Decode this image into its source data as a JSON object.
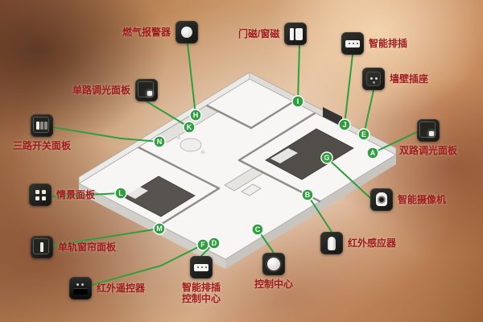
{
  "colors": {
    "label_red": "#9e1b1b",
    "connector_green": "#2f9e3f",
    "icon_dark": "#1e1e1c",
    "floor_white": "#f7f6f4"
  },
  "devices": [
    {
      "label": "燃气报警器",
      "marker": "H",
      "icon": "gas-alarm"
    },
    {
      "label": "门磁/窗磁",
      "marker": "I",
      "icon": "door-window-sensor"
    },
    {
      "label": "智能排插",
      "marker": "J",
      "icon": "smart-power-strip"
    },
    {
      "label": "墙壁插座",
      "marker": "E",
      "icon": "wall-socket"
    },
    {
      "label": "单路调光面板",
      "marker": "K",
      "icon": "single-dimmer-panel"
    },
    {
      "label": "三路开关面板",
      "marker": "N",
      "icon": "triple-switch-panel"
    },
    {
      "label": "情景面板",
      "marker": "L",
      "icon": "scene-panel"
    },
    {
      "label": "单轨窗帘面板",
      "marker": "M",
      "icon": "curtain-panel"
    },
    {
      "label": "红外遥控器",
      "marker": "F",
      "icon": "ir-remote"
    },
    {
      "label": "智能排插",
      "label2": "控制中心",
      "marker": "D",
      "icon": "strip-control-hub"
    },
    {
      "label": "控制中心",
      "marker": "C",
      "icon": "control-center"
    },
    {
      "label": "红外感应器",
      "marker": "B",
      "icon": "ir-sensor"
    },
    {
      "label": "智能摄像机",
      "marker": "G",
      "icon": "smart-camera"
    },
    {
      "label": "双路调光面板",
      "marker": "A",
      "icon": "dual-dimmer-panel"
    }
  ]
}
